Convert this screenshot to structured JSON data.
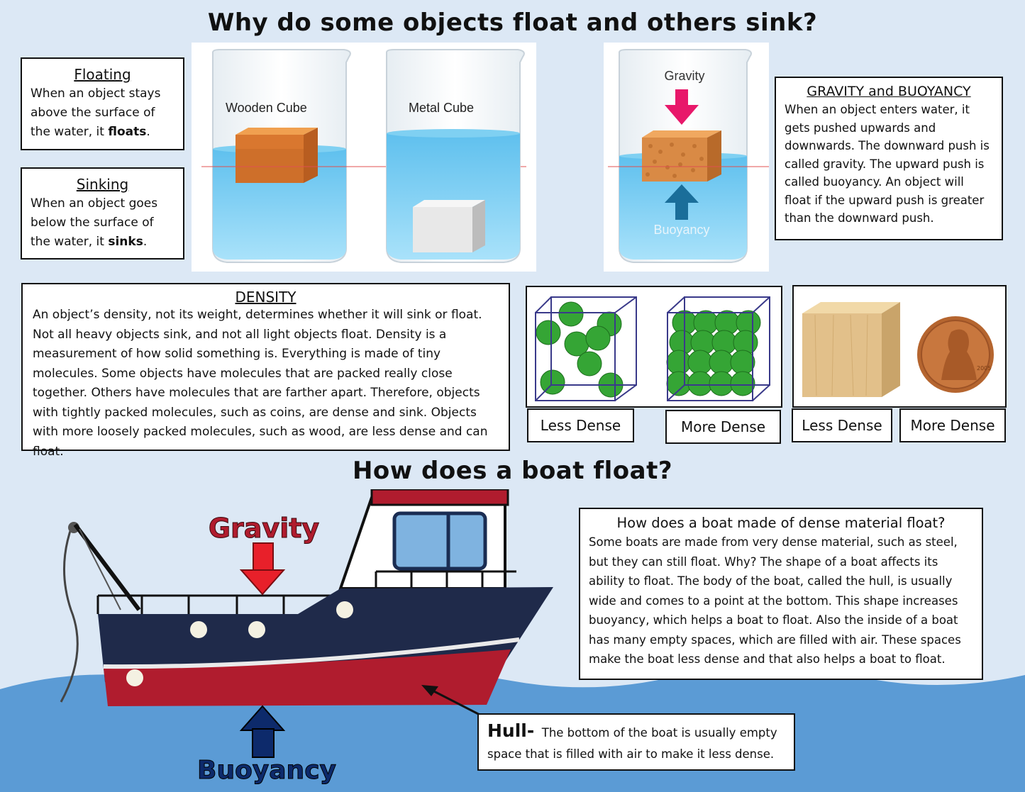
{
  "title": "Why do some objects float and others sink?",
  "floating": {
    "heading": "Floating",
    "text_pre": "When an object stays above the surface of the water, it ",
    "text_bold": "floats",
    "text_post": "."
  },
  "sinking": {
    "heading": "Sinking",
    "text_pre": "When an object goes below the surface of the water, it ",
    "text_bold": "sinks",
    "text_post": "."
  },
  "beakers": {
    "wooden": "Wooden Cube",
    "metal": "Metal Cube",
    "gravity": "Gravity",
    "buoyancy": "Buoyancy"
  },
  "gravity_buoyancy": {
    "heading": "GRAVITY and BUOYANCY",
    "text": "When an object enters water, it gets pushed upwards and downwards. The downward push is called gravity. The upward push is called buoyancy. An object will float if the upward push is greater than the downward push."
  },
  "density": {
    "heading": "DENSITY",
    "text": "An object’s density, not its weight, determines whether it will sink or float. Not all heavy objects sink, and not all light objects float. Density is a measurement of how solid something is. Everything is made of tiny molecules. Some objects have molecules that are packed really close together. Others have molecules that are farther apart. Therefore, objects with tightly packed molecules, such as coins, are dense and sink. Objects with more loosely packed molecules, such as wood, are less dense and can float."
  },
  "density_labels": {
    "less1": "Less Dense",
    "more1": "More Dense",
    "less2": "Less Dense",
    "more2": "More Dense"
  },
  "coin": {
    "year": "2005"
  },
  "boat_title": "How does a boat float?",
  "boat_labels": {
    "gravity": "Gravity",
    "buoyancy": "Buoyancy"
  },
  "boat_box": {
    "heading": "How does a boat made of dense material float?",
    "text": "Some boats are made from very dense material, such as steel, but they can still float. Why? The shape of a boat affects its ability to float. The body of the boat, called the hull, is usually wide and comes to a point at the bottom. This shape increases buoyancy, which helps a boat to float. Also the inside of a boat has many empty spaces, which are filled with air. These spaces make the boat less dense and that also helps a boat to float."
  },
  "hull": {
    "label": "Hull-",
    "text": "The bottom of the boat is usually empty space that is filled with air to make it less dense."
  },
  "colors": {
    "background": "#dce8f5",
    "water": "#5b9bd5",
    "hull_navy": "#1f2a4a",
    "hull_red": "#b01c2e",
    "gravity_red": "#e8202a",
    "buoyancy_navy": "#0d2a6b",
    "molecule_green": "#2e9e2e"
  }
}
